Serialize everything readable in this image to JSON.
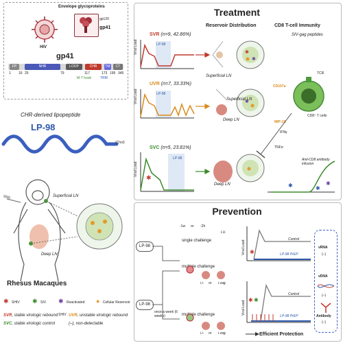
{
  "left": {
    "envelope_title": "Envelope glycoproteins",
    "hiv_label": "HIV",
    "gp120": "gp120",
    "gp41": "gp41",
    "gp41_title": "gp41",
    "domains": [
      "FP",
      "NHR",
      "LOOP",
      "CHR",
      "TM",
      "CT"
    ],
    "positions": [
      "1",
      "16",
      "25",
      "79",
      "117",
      "173",
      "195",
      "345"
    ],
    "mt_hook": "M-T hook",
    "trm": "TRM",
    "lipopeptide_label": "CHR-derived lipopeptide",
    "lp98": "LP-98",
    "chol": "(Chol)",
    "superficial_ln": "Superficial LN",
    "deep_ln": "Deep LN",
    "rhesus": "Rhesus Macaques"
  },
  "legend": {
    "items": [
      {
        "label": "SHIV",
        "color": "#c0392b"
      },
      {
        "label": "SIV",
        "color": "#3a8a2a"
      },
      {
        "label": "Reactivated SHIV",
        "color": "#6a3fa0"
      },
      {
        "label": "Cellular Reservoir",
        "color": "#e39b2a"
      }
    ],
    "svr": "SVR",
    "svr_desc": ", stable virologic rebound",
    "uvr": "UVR",
    "uvr_desc": ", unstable virologic rebound",
    "svc": "SVC",
    "svc_desc": ", stable virologic control",
    "nd": "(–), non-detectable"
  },
  "treatment": {
    "title": "Treatment",
    "col_reservoir": "Reservoir Distribution",
    "col_cd8": "CD8 T-cell Immunity",
    "svr": "SVR",
    "svr_n": "(n=9, 42.86%)",
    "uvr": "UVR",
    "uvr_n": "(n=7, 33.33%)",
    "svc": "SVC",
    "svc_n": "(n=5, 23.81%)",
    "viral_load": "Viral Load",
    "lp98": "LP-98",
    "superficial_ln": "Superficial LN",
    "deep_ln": "Deep LN",
    "siv_gag": "SIV-gag peptides",
    "tcr": "TCR",
    "cd107a": "CD107a",
    "cd8_cells": "CD8⁺ T cells",
    "mip1b": "MIP-1β",
    "ifng": "IFNγ",
    "tnfa": "TNFα",
    "anti_cd8": "Anti-CD8 antibody infusion"
  },
  "prevention": {
    "title": "Prevention",
    "lp98": "LP-98",
    "minus1w": "-1w",
    "or": "or",
    "minus2h": "-2h",
    "iv": "i.v.",
    "single": "single challenge",
    "multiple": "multiple challenge",
    "once_week": "once a week (6 weeks)",
    "ir": "i.r.",
    "or2": "or",
    "ivag": "i.vag.",
    "viral_load": "Viral Load",
    "control": "Control",
    "prep": "LP-98 PrEP",
    "vrna": "vRNA",
    "vdna": "vDNA",
    "antibody": "Antibody",
    "nd": "(–)",
    "efficient": "Efficient Protection"
  }
}
